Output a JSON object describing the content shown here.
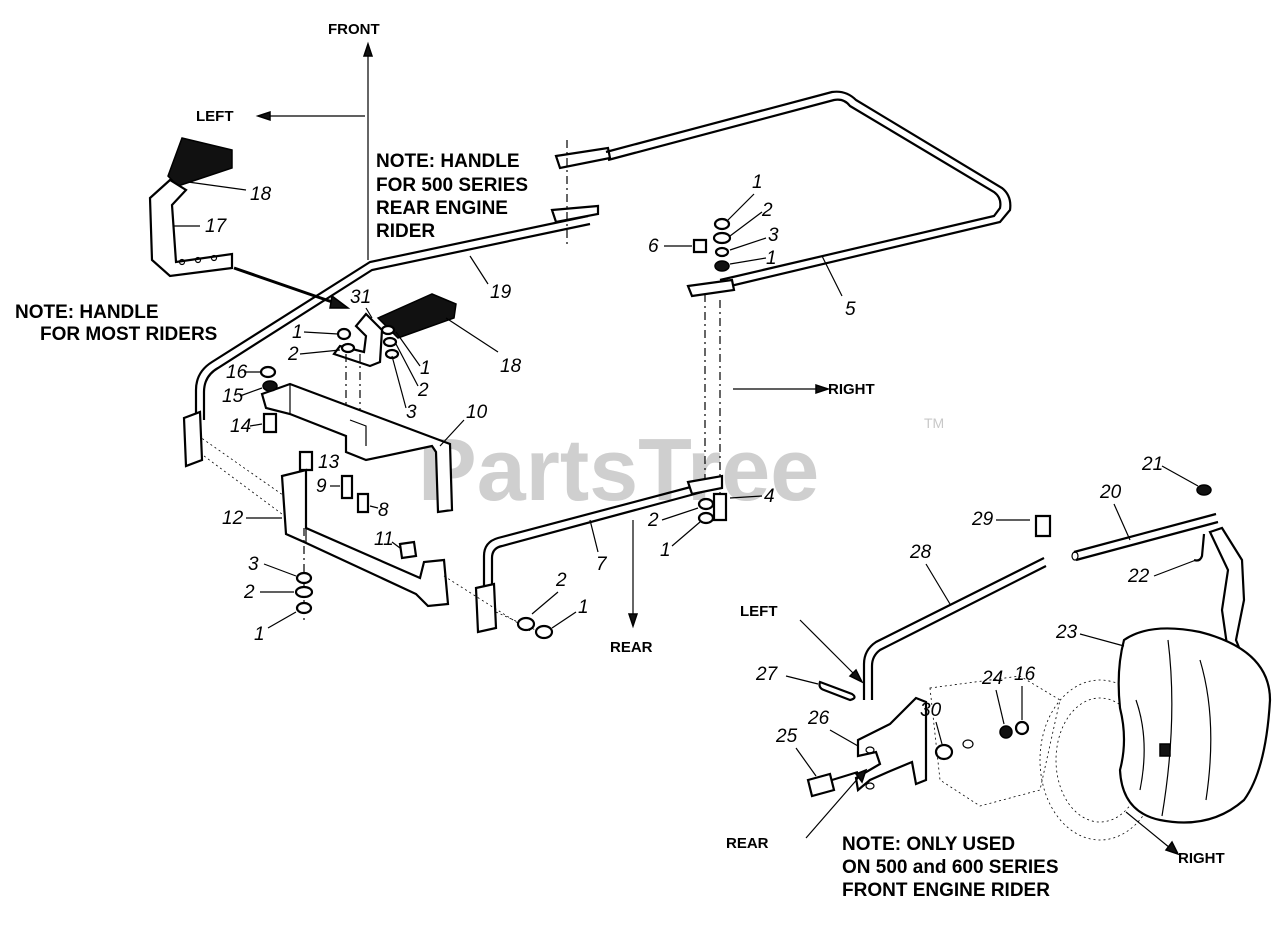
{
  "watermark": {
    "text": "PartsTree",
    "tm": "TM"
  },
  "directions": {
    "front": "FRONT",
    "left_top": "LEFT",
    "right_mid": "RIGHT",
    "rear_mid": "REAR",
    "left_lower": "LEFT",
    "rear_lower": "REAR",
    "right_lower": "RIGHT"
  },
  "notes": {
    "handle_500_rear": [
      "NOTE: HANDLE",
      "FOR 500 SERIES",
      "REAR ENGINE",
      "RIDER"
    ],
    "handle_most": [
      "NOTE: HANDLE",
      "FOR MOST RIDERS"
    ],
    "only_used": [
      "NOTE: ONLY USED",
      "ON 500 and 600 SERIES",
      "FRONT ENGINE RIDER"
    ]
  },
  "callouts": {
    "c18a": "18",
    "c17": "17",
    "c19": "19",
    "c31": "31",
    "c18b": "18",
    "c1a": "1",
    "c2a": "2",
    "c1b": "1",
    "c2b": "2",
    "c3a": "3",
    "c16a": "16",
    "c15": "15",
    "c14": "14",
    "c10": "10",
    "c13": "13",
    "c9": "9",
    "c8": "8",
    "c12": "12",
    "c11": "11",
    "c3b": "3",
    "c2c": "2",
    "c1c": "1",
    "c7": "7",
    "c2d": "2",
    "c1d": "1",
    "c1e": "1",
    "c2e": "2",
    "c3c": "3",
    "c1f": "1",
    "c6": "6",
    "c5": "5",
    "c4": "4",
    "c2f": "2",
    "c1g": "1",
    "c21": "21",
    "c20": "20",
    "c22": "22",
    "c29": "29",
    "c28": "28",
    "c23": "23",
    "c27": "27",
    "c24": "24",
    "c16b": "16",
    "c30": "30",
    "c26": "26",
    "c25": "25"
  }
}
